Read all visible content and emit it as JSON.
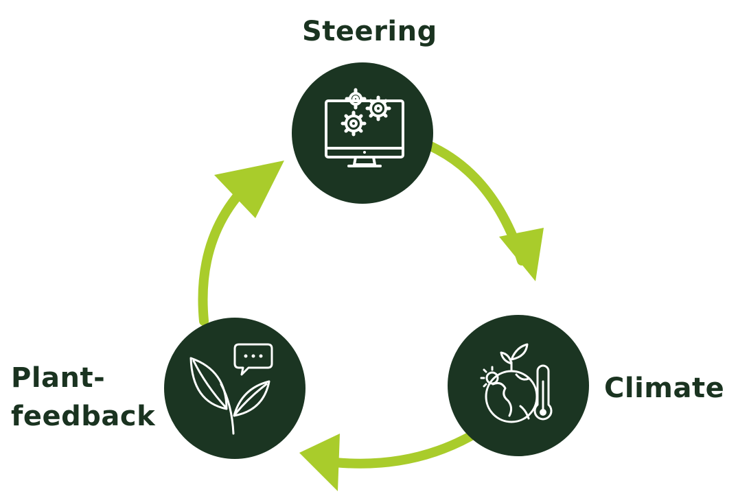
{
  "colors": {
    "node_fill": "#1b3522",
    "arrow": "#a9cc2b",
    "text": "#1a3320",
    "icon": "#ffffff"
  },
  "nodes": {
    "steering": {
      "label": "Steering",
      "icon": "monitor-gears-icon"
    },
    "climate": {
      "label": "Climate",
      "icon": "globe-thermometer-icon"
    },
    "plant": {
      "label_line1": "Plant-",
      "label_line2": "feedback",
      "icon": "plant-speech-icon"
    }
  },
  "arrows": [
    {
      "from": "steering",
      "to": "climate"
    },
    {
      "from": "climate",
      "to": "plant"
    },
    {
      "from": "plant",
      "to": "steering"
    }
  ]
}
